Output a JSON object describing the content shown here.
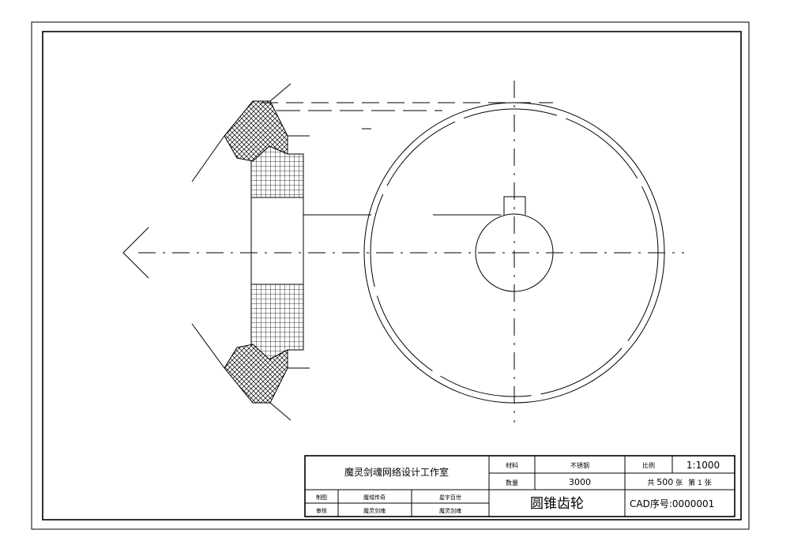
{
  "title_block": {
    "studio": "魔灵剑魂网络设计工作室",
    "material_label": "材料",
    "material_value": "不锈钢",
    "quantity_label": "数量",
    "quantity_value": "3000",
    "scale_label": "比例",
    "scale_value": "1:1000",
    "sheets_total_prefix": "共",
    "sheets_total": "500",
    "sheets_unit": "张",
    "sheet_current_prefix": "第",
    "sheet_current": "1",
    "part_name": "圆锥齿轮",
    "cad_serial_label": "CAD序号:",
    "cad_serial_value": "0000001",
    "drawn_label": "制图",
    "drawn_by": "魔域传奇",
    "drawn_second": "星宇百世",
    "checked_label": "审核",
    "checked_by": "魔灵剑魂",
    "checked_second": "魔灵剑魂"
  },
  "colors": {
    "line": "#000000",
    "background": "#ffffff"
  }
}
